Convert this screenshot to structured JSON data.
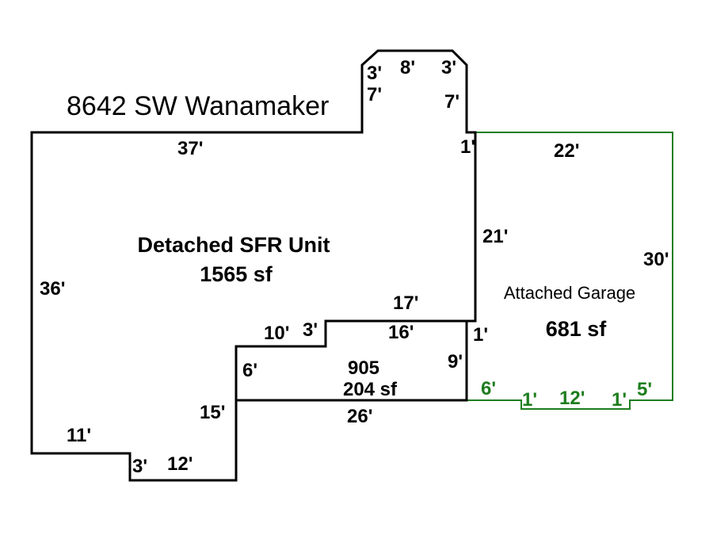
{
  "title": "8642 SW Wanamaker",
  "colors": {
    "house_outline": "#000000",
    "garage_outline": "#1e7d1e",
    "garage_dims": "#1e7d1e"
  },
  "house": {
    "label": "Detached SFR Unit",
    "area": "1565 sf"
  },
  "garage": {
    "label": "Attached Garage",
    "area": "681 sf"
  },
  "subarea": {
    "label": "905",
    "area": "204 sf"
  },
  "dims": {
    "top_bay_left_diag": "3'",
    "top_bay_top": "8'",
    "top_bay_right_diag": "3'",
    "top_bay_left_side": "7'",
    "top_bay_right_side": "7'",
    "house_top": "37'",
    "notch_right": "1'",
    "house_left": "36'",
    "house_right_upper": "21'",
    "step_top": "17'",
    "step_inner": "16'",
    "step_right": "1'",
    "step_left_upper": "10'",
    "step_small": "3'",
    "step_left_side": "6'",
    "sub_right": "9'",
    "sub_bottom": "26'",
    "lower_left_side": "15'",
    "bottom_left": "11'",
    "bottom_notch": "3'",
    "bottom_middle": "12'"
  },
  "garage_dims": {
    "top": "22'",
    "right": "30'",
    "bottom_left": "6'",
    "bottom_notch_left": "1'",
    "bottom_middle": "12'",
    "bottom_notch_right": "1'",
    "bottom_right": "5'"
  }
}
